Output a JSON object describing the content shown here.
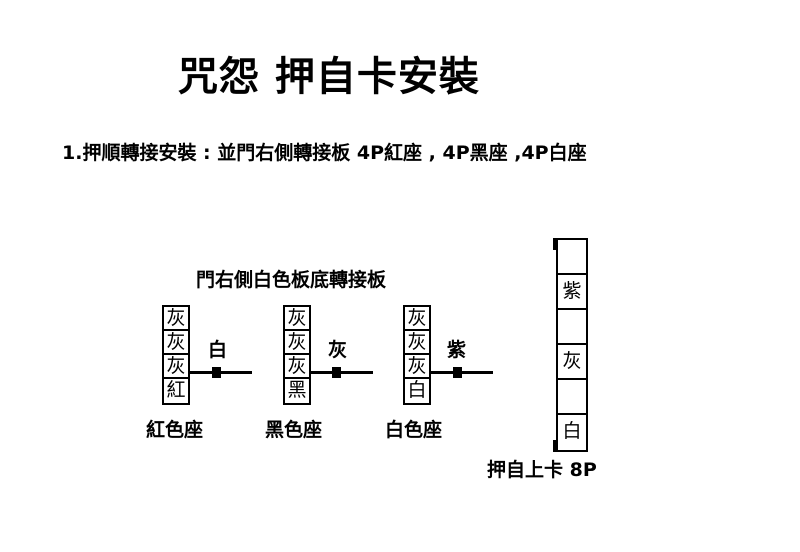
{
  "title": "咒怨 押自卡安裝",
  "step1": "1.押順轉接安裝 : 並門右側轉接板 4P紅座 , 4P黑座 ,4P白座",
  "board_label": "門右側白色板底轉接板",
  "connectors": [
    {
      "cells": [
        "灰",
        "灰",
        "灰",
        "紅"
      ],
      "wire_label": "白",
      "seat_label": "紅色座"
    },
    {
      "cells": [
        "灰",
        "灰",
        "灰",
        "黑"
      ],
      "wire_label": "灰",
      "seat_label": "黑色座"
    },
    {
      "cells": [
        "灰",
        "灰",
        "灰",
        "白"
      ],
      "wire_label": "紫",
      "seat_label": "白色座"
    }
  ],
  "card": {
    "cells": [
      "",
      "紫",
      "",
      "灰",
      "",
      "白"
    ],
    "label": "押自上卡 8P"
  }
}
